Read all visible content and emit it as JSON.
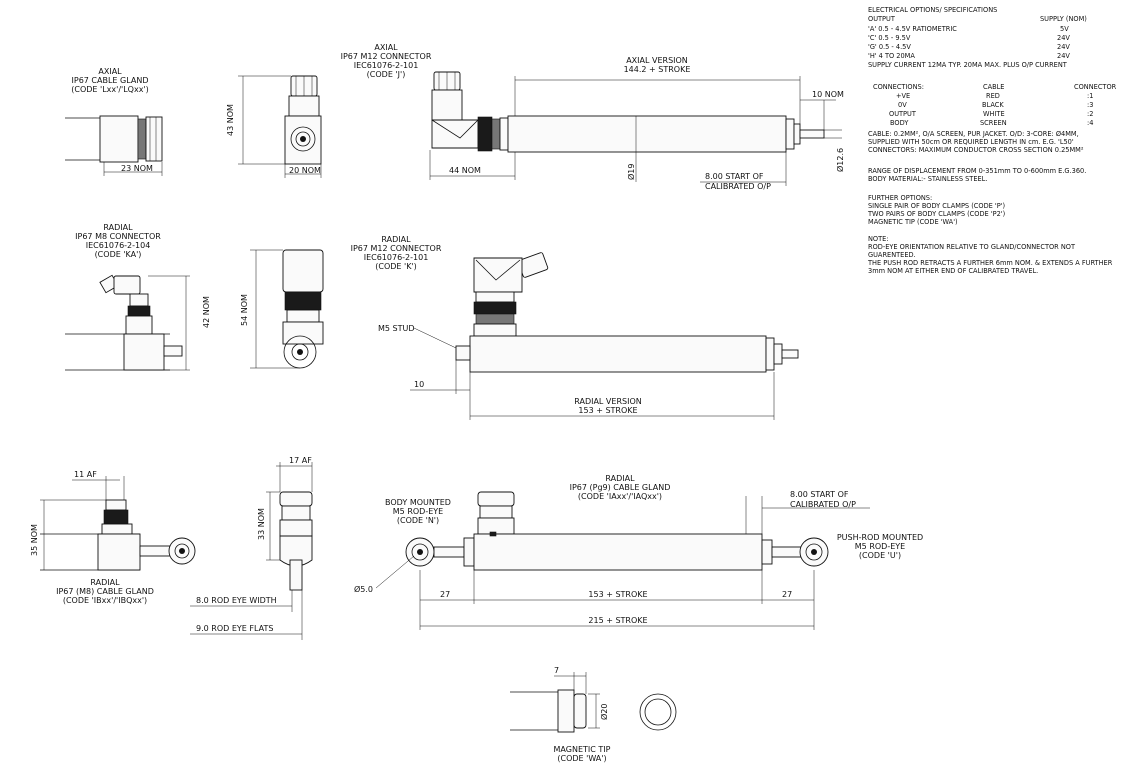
{
  "spec": {
    "electrical_title": "ELECTRICAL OPTIONS/ SPECIFICATIONS",
    "output_hdr": "OUTPUT",
    "supply_hdr": "SUPPLY (NOM)",
    "outputs": [
      {
        "name": "'A' 0.5 - 4.5V RATIOMETRIC",
        "supply": "5V"
      },
      {
        "name": "'C' 0.5 - 9.5V",
        "supply": "24V"
      },
      {
        "name": "'G' 0.5 - 4.5V",
        "supply": "24V"
      },
      {
        "name": "'H' 4 TO 20MA",
        "supply": "24V"
      }
    ],
    "supply_current": "SUPPLY CURRENT 12MA TYP. 20MA MAX. PLUS O/P CURRENT",
    "conn_hdr": "CONNECTIONS:",
    "cable_hdr": "CABLE",
    "connector_hdr": "CONNECTOR",
    "connections": [
      {
        "name": "+VE",
        "cable": "RED",
        "pin": ":1"
      },
      {
        "name": "0V",
        "cable": "BLACK",
        "pin": ":3"
      },
      {
        "name": "OUTPUT",
        "cable": "WHITE",
        "pin": ":2"
      },
      {
        "name": "BODY",
        "cable": "SCREEN",
        "pin": ":4"
      }
    ],
    "cable_notes": [
      "CABLE: 0.2MM², O/A SCREEN, PUR JACKET. O/D: 3-CORE: Ø4MM,",
      "SUPPLIED WITH 50cm OR REQUIRED LENGTH IN cm.  E.G. 'L50'",
      "CONNECTORS: MAXIMUM CONDUCTOR CROSS SECTION 0.25MM²"
    ],
    "range_notes": [
      "RANGE OF DISPLACEMENT FROM 0-351mm TO 0-600mm E.G.360.",
      "BODY MATERIAL:- STAINLESS STEEL."
    ],
    "further_options": [
      "FURTHER OPTIONS:",
      "SINGLE PAIR OF BODY CLAMPS (CODE 'P')",
      "TWO PAIRS OF BODY CLAMPS (CODE 'P2')",
      "MAGNETIC TIP (CODE 'WA')"
    ],
    "notes": [
      "NOTE:",
      "ROD-EYE ORIENTATION RELATIVE TO GLAND/CONNECTOR NOT",
      "GUARENTEED.",
      "THE PUSH ROD RETRACTS A FURTHER 6mm NOM.  & EXTENDS A FURTHER",
      "3mm NOM AT EITHER END OF CALIBRATED TRAVEL."
    ]
  },
  "labels": {
    "axial_gland": [
      "AXIAL",
      "IP67 CABLE GLAND",
      "(CODE 'Lxx'/'LQxx')"
    ],
    "axial_m12": [
      "AXIAL",
      "IP67 M12 CONNECTOR",
      "IEC61076-2-101",
      "(CODE 'J')"
    ],
    "axial_version": [
      "AXIAL VERSION",
      "144.2 + STROKE"
    ],
    "radial_m8": [
      "RADIAL",
      "IP67 M8 CONNECTOR",
      "IEC61076-2-104",
      "(CODE 'KA')"
    ],
    "radial_m12": [
      "RADIAL",
      "IP67 M12 CONNECTOR",
      "IEC61076-2-101",
      "(CODE 'K')"
    ],
    "radial_version": [
      "RADIAL VERSION",
      "153 + STROKE"
    ],
    "radial_m8_gland": [
      "RADIAL",
      "IP67 (M8) CABLE GLAND",
      "(CODE 'IBxx'/'IBQxx')"
    ],
    "body_rod_eye": [
      "BODY MOUNTED",
      "M5 ROD-EYE",
      "(CODE 'N')"
    ],
    "radial_pg9": [
      "RADIAL",
      "IP67 (Pg9) CABLE GLAND",
      "(CODE 'IAxx'/'IAQxx')"
    ],
    "push_rod_eye": [
      "PUSH-ROD MOUNTED",
      "M5 ROD-EYE",
      "(CODE 'U')"
    ],
    "magnetic_tip": [
      "MAGNETIC TIP",
      "(CODE 'WA')"
    ],
    "m5_stud": "M5 STUD"
  },
  "dims": {
    "nom23": "23 NOM",
    "nom43": "43 NOM",
    "nom20": "20 NOM",
    "nom44": "44 NOM",
    "dia19": "Ø19",
    "start_of_cal": [
      "8.00 START OF",
      "CALIBRATED O/P"
    ],
    "nom10": "10 NOM",
    "dia12_6": "Ø12.6",
    "nom42": "42 NOM",
    "nom54": "54 NOM",
    "ten": "10",
    "af11": "11 AF",
    "nom35": "35 NOM",
    "af17": "17 AF",
    "nom33": "33 NOM",
    "rod_eye_width": "8.0 ROD EYE WIDTH",
    "rod_eye_flats": "9.0 ROD EYE FLATS",
    "dia5": "Ø5.0",
    "d27a": "27",
    "stroke153": "153 + STROKE",
    "d27b": "27",
    "stroke215": "215 + STROKE",
    "start_of_cal2": [
      "8.00 START OF",
      "CALIBRATED O/P"
    ],
    "seven": "7",
    "dia20": "Ø20"
  }
}
